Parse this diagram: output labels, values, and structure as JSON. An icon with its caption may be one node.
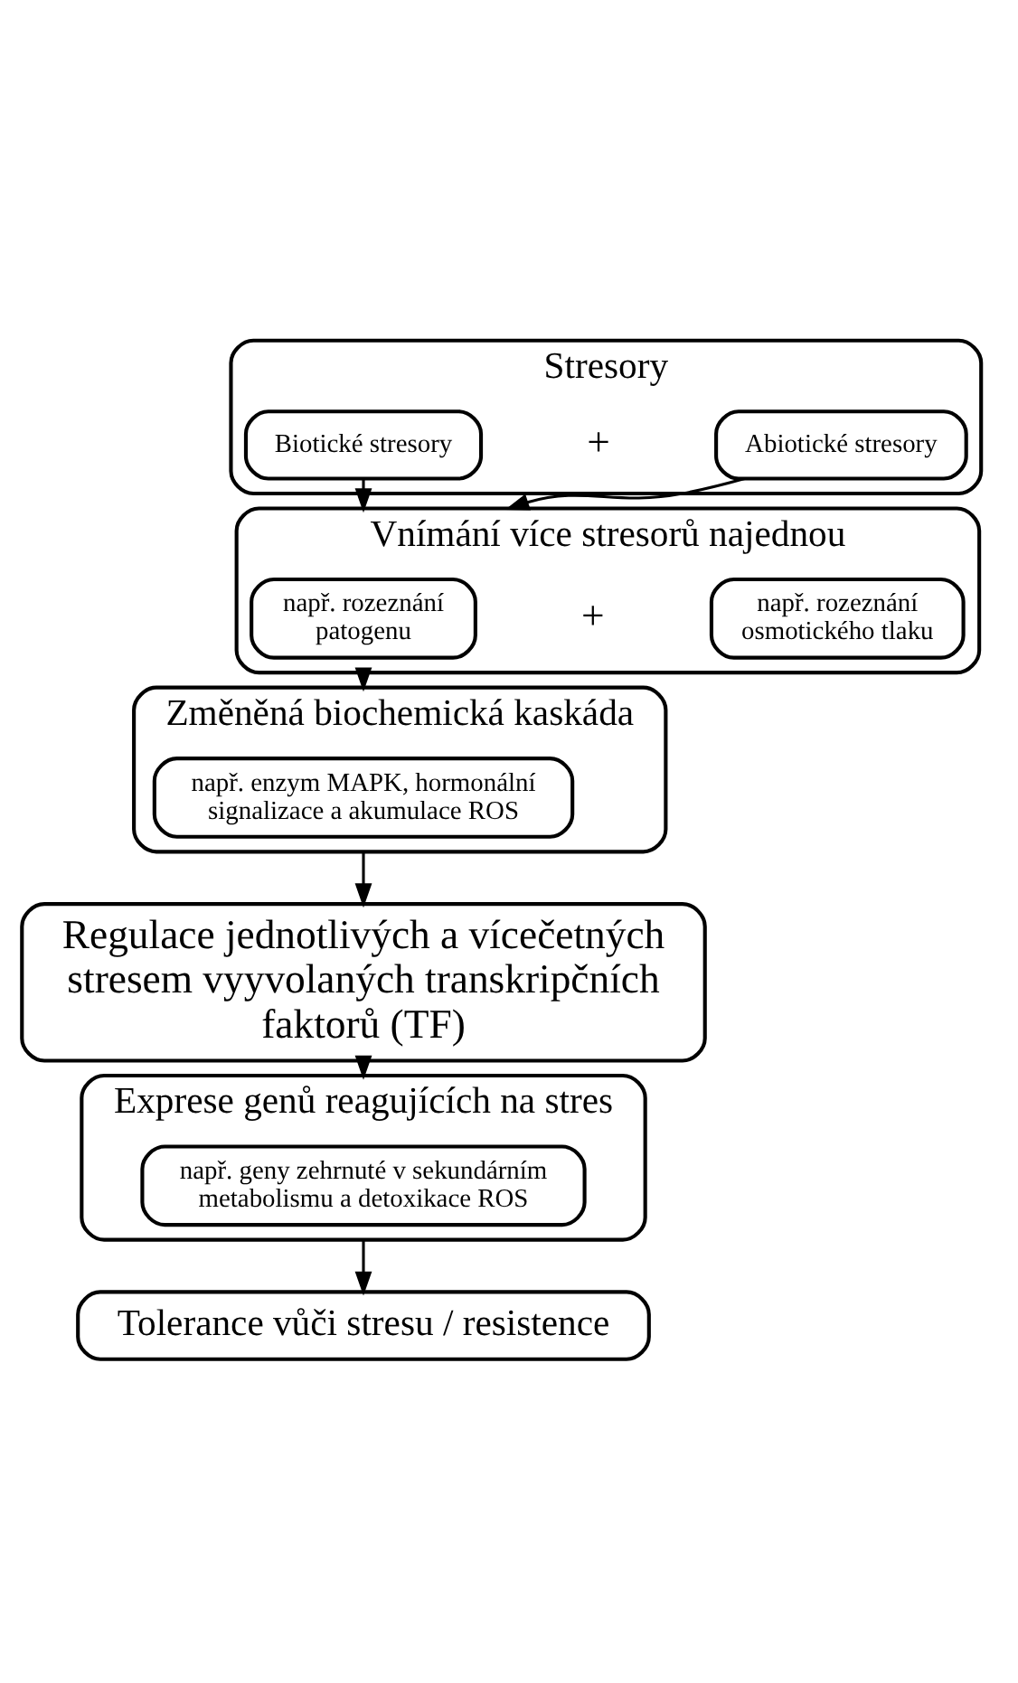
{
  "diagram": {
    "nodes": [
      {
        "text": [
          "Stresory"
        ]
      },
      {
        "text": [
          "Biotické stresory"
        ],
        "in": 0
      },
      {
        "text": [
          "Abiotické stresory"
        ],
        "in": 0
      },
      {
        "text": [
          "Vnímání více stresorů najednou"
        ]
      },
      {
        "text": [
          "např. rozeznání patogenu"
        ],
        "in": 3
      },
      {
        "text": [
          "např. rozeznání osmotického tlaku"
        ],
        "in": 3
      },
      {
        "text": [
          "Změněná biochemická kaskáda"
        ]
      },
      {
        "text": [
          "např. enzym MAPK, hormonální signalizace a akumulace ROS"
        ],
        "in": 6
      },
      {
        "text": [
          "Regulace jednotlivých a vícečetných stresem vyyvolaných transkripčních faktorů (TF)"
        ]
      },
      {
        "text": [
          "Exprese genů reagujících na stres"
        ]
      },
      {
        "text": [
          "např. geny zehrnuté v sekundárním metabolismu a detoxikace ROS"
        ],
        "in": 9
      },
      {
        "text": [
          "Tolerance vůči stresu / resistence"
        ]
      }
    ],
    "edges": [
      {
        "from": 1,
        "to": 3,
        "arrow": "to"
      },
      {
        "from": 2,
        "to": 3,
        "arrow": "to"
      },
      {
        "from": 3,
        "to": 6,
        "arrow": "to"
      },
      {
        "from": 6,
        "to": 8,
        "arrow": "to"
      },
      {
        "from": 8,
        "to": 9,
        "arrow": "to"
      },
      {
        "from": 9,
        "to": 11,
        "arrow": "to"
      }
    ],
    "labels": [
      "+",
      "+"
    ]
  }
}
